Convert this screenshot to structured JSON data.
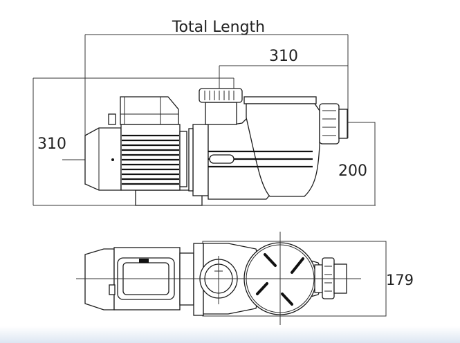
{
  "title": "Pump Dimensions",
  "dimensions": {
    "total_length": "Total Length",
    "outlet_to_inlet": "310",
    "height": "310",
    "inlet_height": "200",
    "width": "179"
  },
  "colors": {
    "line": "#222222",
    "strip": "#dde6f2"
  }
}
